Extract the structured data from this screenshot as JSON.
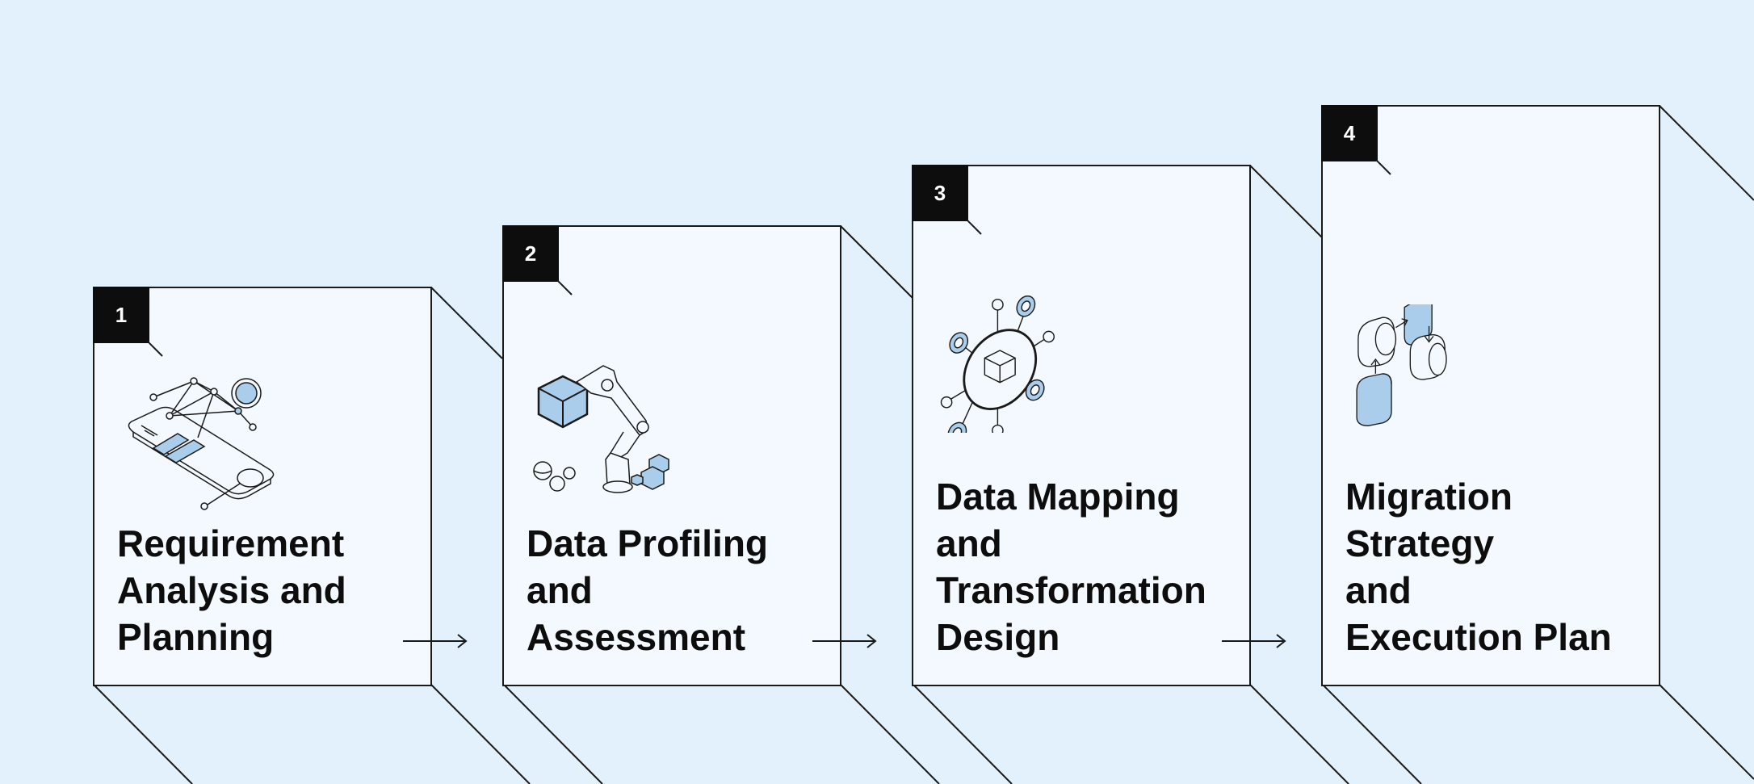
{
  "colors": {
    "background": "#e3f1fc",
    "card": "#f3f9fe",
    "accent": "#a9cdea",
    "ink": "#1a1a1a"
  },
  "steps": [
    {
      "number": "1",
      "title": "Requirement\nAnalysis and\nPlanning",
      "icon": "network-phone-icon"
    },
    {
      "number": "2",
      "title": "Data Profiling\nand\nAssessment",
      "icon": "robot-arm-cubes-icon"
    },
    {
      "number": "3",
      "title": "Data Mapping\nand\nTransformation\nDesign",
      "icon": "hub-network-icon"
    },
    {
      "number": "4",
      "title": "Migration\nStrategy\nand\nExecution Plan",
      "icon": "flow-cylinders-icon"
    }
  ]
}
